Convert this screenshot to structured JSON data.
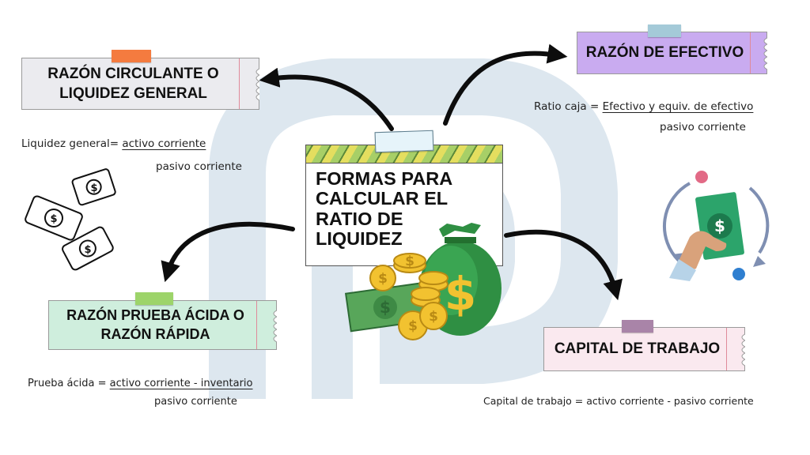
{
  "colors": {
    "card_circulante": "#ebebef",
    "card_efectivo": "#c9abf0",
    "card_acida": "#cfeedd",
    "card_capital": "#fae9ef",
    "tape_orange": "#f47b3f",
    "tape_blue": "#a4cad8",
    "tape_green": "#9dd46a",
    "tape_purple": "#a984a8",
    "arrow": "#0d0d0d",
    "watermark": "#dde7ef"
  },
  "center": {
    "title": "FORMAS PARA CALCULAR EL RATIO DE LIQUIDEZ",
    "icon": "money-bag-coins-icon"
  },
  "cards": [
    {
      "id": "circulante",
      "title": "RAZÓN CIRCULANTE O LIQUIDEZ GENERAL",
      "formula_label": "Liquidez general=",
      "numerator": "activo corriente",
      "denominator": "pasivo corriente"
    },
    {
      "id": "efectivo",
      "title": "RAZÓN DE EFECTIVO",
      "formula_label": "Ratio caja =",
      "numerator": "Efectivo y equiv. de efectivo",
      "denominator": "pasivo corriente"
    },
    {
      "id": "acida",
      "title": "RAZÓN PRUEBA ÁCIDA O RAZÓN RÁPIDA",
      "formula_label": "Prueba ácida =",
      "numerator": "activo corriente - inventario",
      "denominator": "pasivo corriente"
    },
    {
      "id": "capital",
      "title": "CAPITAL DE TRABAJO",
      "formula": "Capital de trabajo = activo corriente - pasivo corriente"
    }
  ],
  "icons": [
    "dollar-bills-icon",
    "hand-money-cycle-icon",
    "curved-arrow-icon"
  ]
}
